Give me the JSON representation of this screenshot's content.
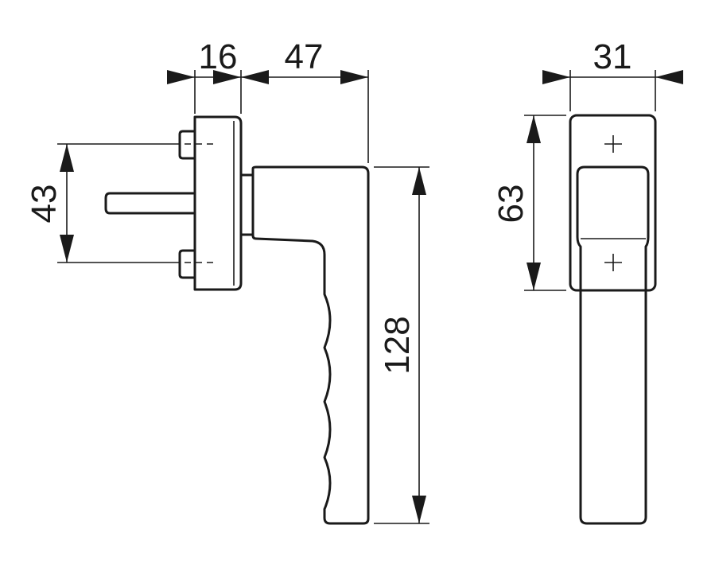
{
  "drawing": {
    "side_view": {
      "dim_rose_depth": "16",
      "dim_handle_reach": "47",
      "dim_screw_spacing": "43",
      "dim_handle_length": "128"
    },
    "front_view": {
      "dim_width": "31",
      "dim_rose_height": "63"
    }
  }
}
